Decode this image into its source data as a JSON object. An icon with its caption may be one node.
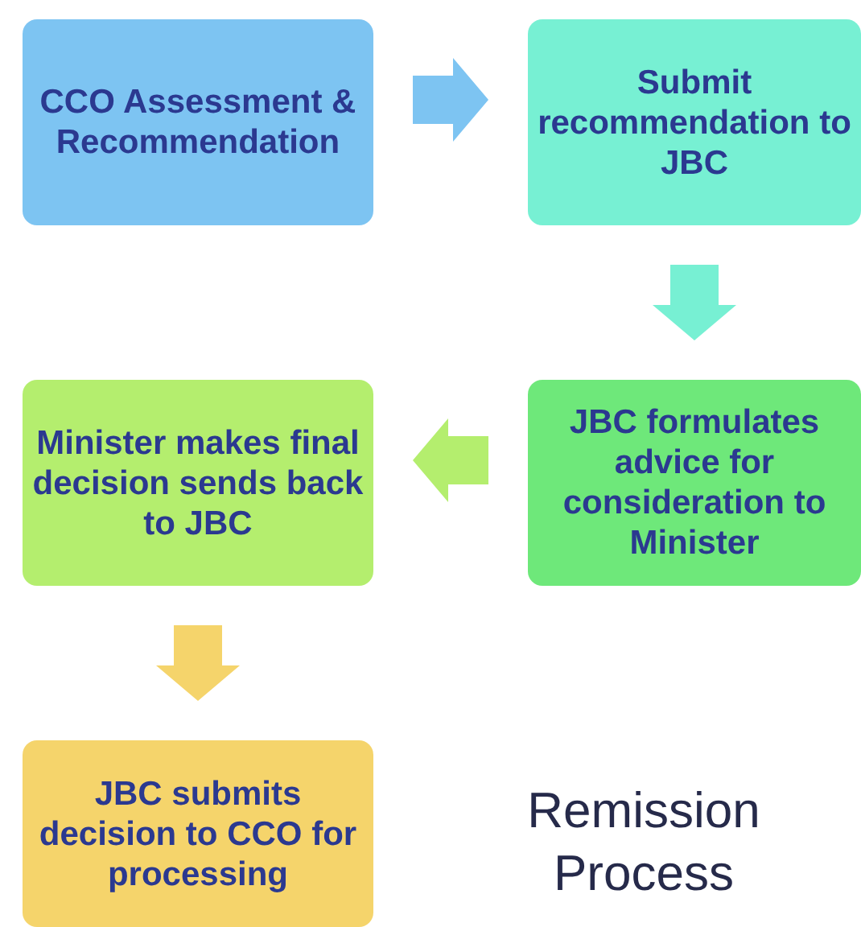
{
  "diagram": {
    "title": "Remission Process",
    "nodes": [
      {
        "text": [
          "CCO Assessment & Recommendation"
        ]
      },
      {
        "text": [
          "Submit recommendation to JBC"
        ]
      },
      {
        "text": [
          "JBC formulates advice for consideration to Minister"
        ]
      },
      {
        "text": [
          "Minister makes final decision sends back to JBC"
        ]
      },
      {
        "text": [
          "JBC submits decision to CCO for processing"
        ]
      }
    ],
    "edges": [
      {
        "from": 0,
        "to": 1,
        "arrow": "to",
        "style": "thick",
        "color": "#7dc4f2"
      },
      {
        "from": 1,
        "to": 2,
        "arrow": "to",
        "style": "thick",
        "color": "#77f0d3"
      },
      {
        "from": 2,
        "to": 3,
        "arrow": "to",
        "style": "thick",
        "color": "#b4ee6e"
      },
      {
        "from": 3,
        "to": 4,
        "arrow": "to",
        "style": "thick",
        "color": "#f5d46b"
      }
    ]
  }
}
